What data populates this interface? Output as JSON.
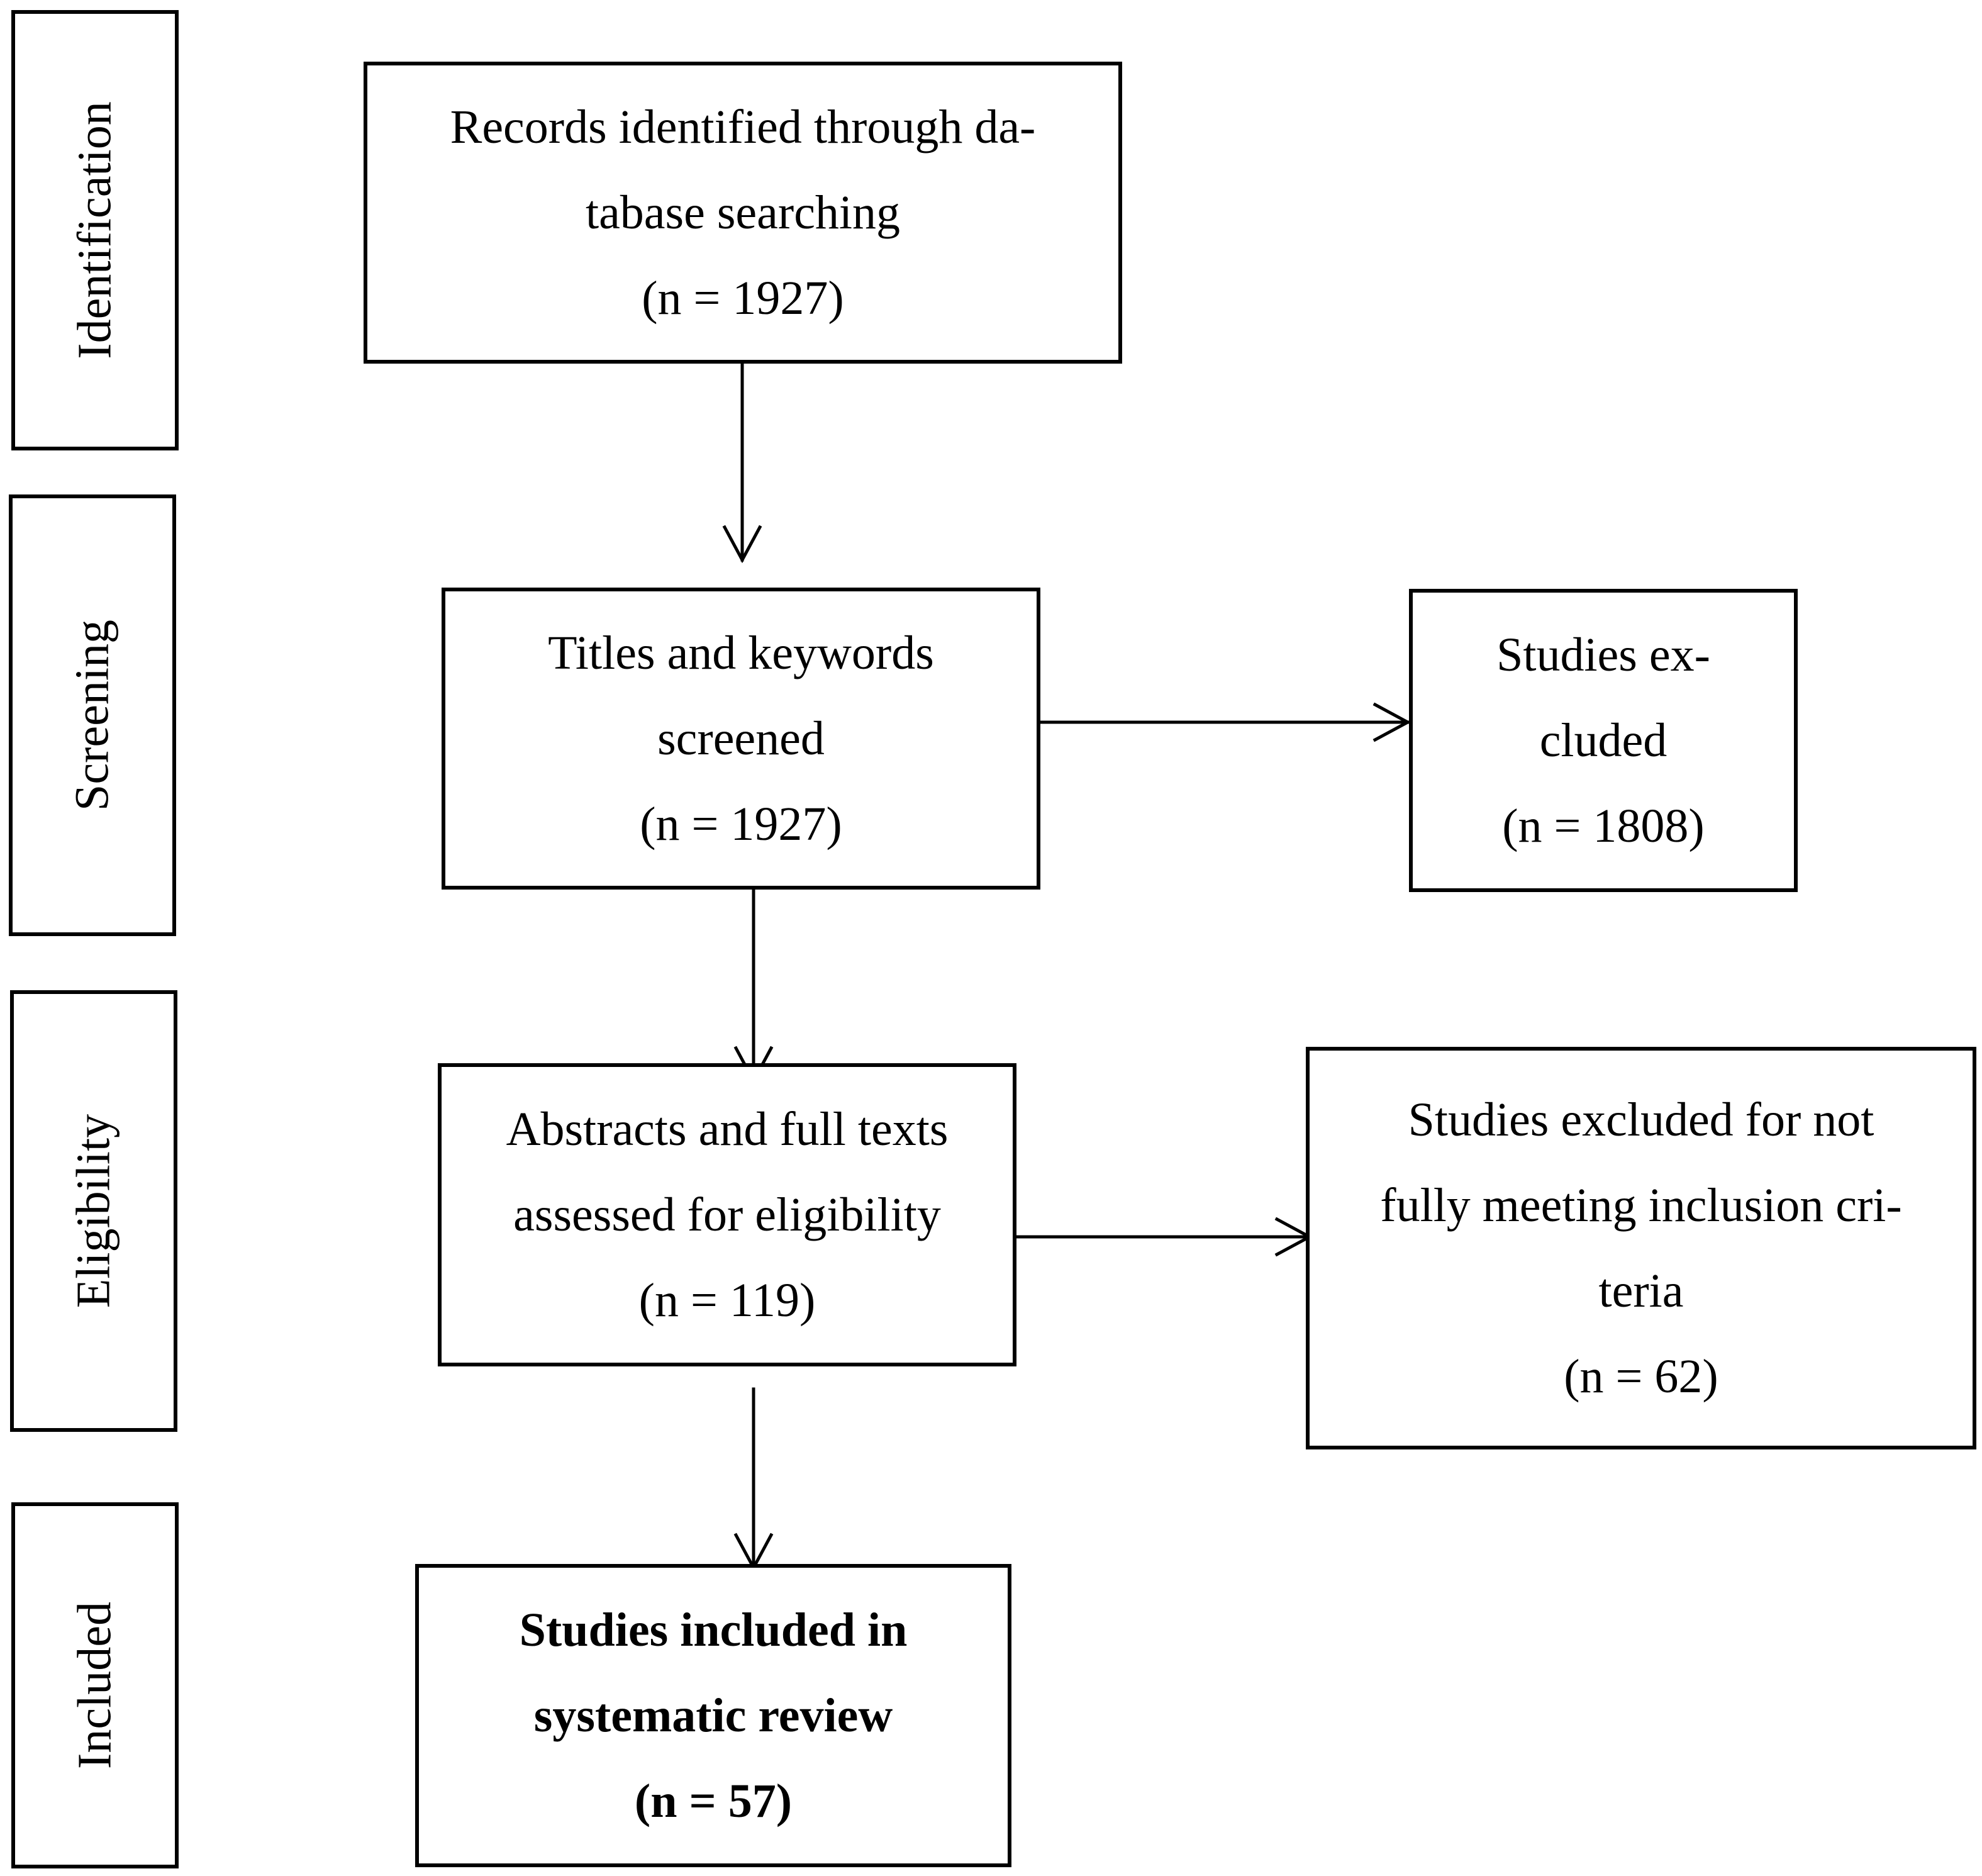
{
  "stages": [
    {
      "id": "identification",
      "label": "Identification"
    },
    {
      "id": "screening",
      "label": "Screening"
    },
    {
      "id": "eligibility",
      "label": "Eligibility"
    },
    {
      "id": "included",
      "label": "Included"
    }
  ],
  "boxes": {
    "records_identified": {
      "lines": [
        "Records identified through da-",
        "tabase searching",
        "(n = 1927)"
      ]
    },
    "titles_screened": {
      "lines": [
        "Titles and keywords",
        "screened",
        "(n = 1927)"
      ]
    },
    "studies_excluded": {
      "lines": [
        "Studies ex-",
        "cluded",
        "(n = 1808)"
      ]
    },
    "abstracts_assessed": {
      "lines": [
        "Abstracts and full texts",
        "assessed for eligibility",
        "(n = 119)"
      ]
    },
    "excluded_criteria": {
      "lines": [
        "Studies excluded for not",
        "fully meeting inclusion cri-",
        "teria",
        "(n = 62)"
      ]
    },
    "studies_included": {
      "lines": [
        "Studies included in",
        "systematic review",
        "(n = 57)"
      ]
    }
  },
  "colors": {
    "stroke": "#000000",
    "background": "#ffffff"
  }
}
